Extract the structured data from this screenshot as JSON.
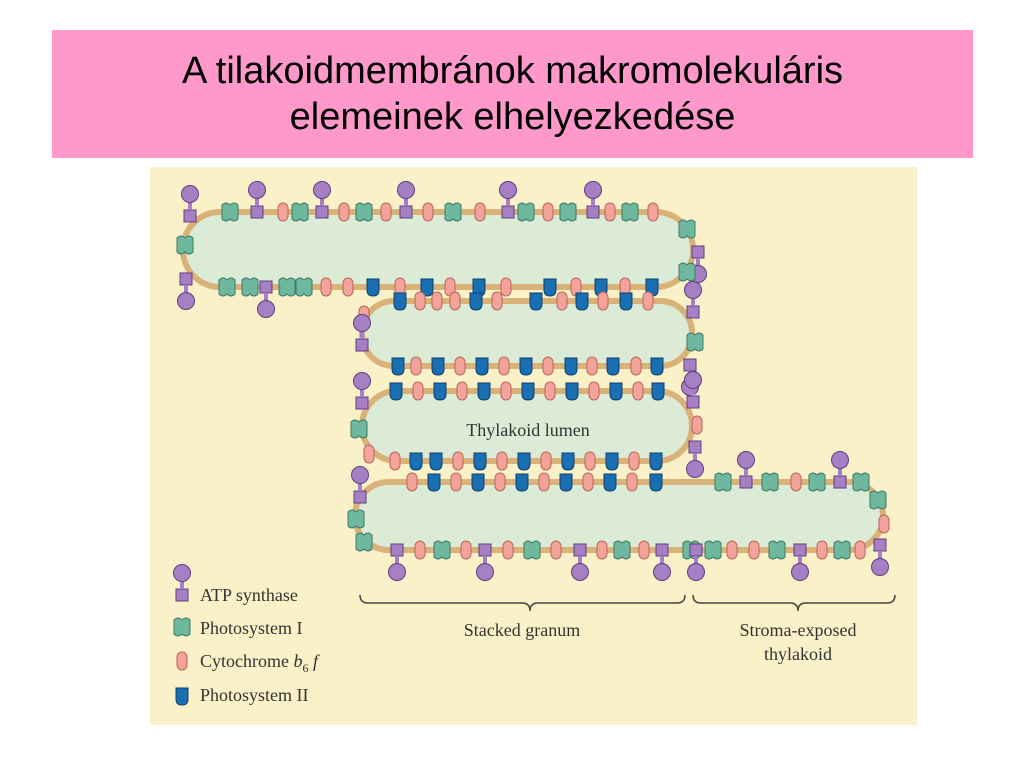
{
  "title": {
    "line1": "A tilakoidmembránok makromolekuláris",
    "line2": "elemeinek elhelyezkedése"
  },
  "diagram": {
    "lumen_label": "Thylakoid lumen",
    "legend": {
      "atp": "ATP synthase",
      "ps1": "Photosystem I",
      "cyt_prefix": "Cytochrome ",
      "cyt_b": "b",
      "cyt_sub": "6",
      "cyt_f": " f",
      "ps2": "Photosystem II"
    },
    "brace_labels": {
      "granum": "Stacked granum",
      "stroma_line1": "Stroma-exposed",
      "stroma_line2": "thylakoid"
    },
    "colors": {
      "background": "#fbf1c8",
      "lumen": "#dcebd6",
      "membrane": "#d9b27a",
      "atp_synthase": "#a77fc4",
      "photosystem_1": "#6fb8a0",
      "cytochrome_b6f": "#f4a39a",
      "photosystem_2": "#1a6fb3",
      "title_band": "#ff99cc"
    }
  }
}
